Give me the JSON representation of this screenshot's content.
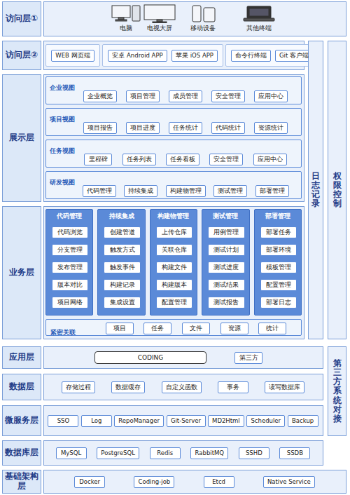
{
  "diagram": {
    "nodes": [
      {
        "text": [
          "访问层①"
        ]
      },
      {
        "text": [
          "电脑"
        ],
        "in": 0
      },
      {
        "text": [
          "电视大屏"
        ],
        "in": 0
      },
      {
        "text": [
          "移动设备"
        ],
        "in": 0
      },
      {
        "text": [
          "其他终端"
        ],
        "in": 0
      },
      {
        "text": [
          "访问层②"
        ]
      },
      {
        "text": [
          "WEB 网页端"
        ],
        "in": 5
      },
      {
        "text": [
          "安卓 Android APP"
        ],
        "in": 5
      },
      {
        "text": [
          "苹果 iOS APP"
        ],
        "in": 5
      },
      {
        "text": [
          "命令行终端"
        ],
        "in": 5
      },
      {
        "text": [
          "Git 客户端"
        ],
        "in": 5
      },
      {
        "text": [
          "展示层"
        ]
      },
      {
        "text": [
          "企业视图"
        ],
        "in": 11
      },
      {
        "text": [
          "企业概览"
        ],
        "in": 12
      },
      {
        "text": [
          "项目管理"
        ],
        "in": 12
      },
      {
        "text": [
          "成员管理"
        ],
        "in": 12
      },
      {
        "text": [
          "安全管理"
        ],
        "in": 12
      },
      {
        "text": [
          "应用中心"
        ],
        "in": 12
      },
      {
        "text": [
          "项目视图"
        ],
        "in": 11
      },
      {
        "text": [
          "项目报告"
        ],
        "in": 18
      },
      {
        "text": [
          "项目进度"
        ],
        "in": 18
      },
      {
        "text": [
          "任务统计"
        ],
        "in": 18
      },
      {
        "text": [
          "代码统计"
        ],
        "in": 18
      },
      {
        "text": [
          "资源统计"
        ],
        "in": 18
      },
      {
        "text": [
          "任务视图"
        ],
        "in": 11
      },
      {
        "text": [
          "里程碑"
        ],
        "in": 24
      },
      {
        "text": [
          "任务列表"
        ],
        "in": 24
      },
      {
        "text": [
          "任务看板"
        ],
        "in": 24
      },
      {
        "text": [
          "安全管理"
        ],
        "in": 24
      },
      {
        "text": [
          "应用中心"
        ],
        "in": 24
      },
      {
        "text": [
          "研发视图"
        ],
        "in": 11
      },
      {
        "text": [
          "代码管理"
        ],
        "in": 30
      },
      {
        "text": [
          "持续集成"
        ],
        "in": 30
      },
      {
        "text": [
          "构建物管理"
        ],
        "in": 30
      },
      {
        "text": [
          "测试管理"
        ],
        "in": 30
      },
      {
        "text": [
          "部署管理"
        ],
        "in": 30
      },
      {
        "text": [
          "业务层"
        ]
      },
      {
        "text": [
          "代码管理"
        ],
        "in": 36
      },
      {
        "text": [
          "代码浏览"
        ],
        "in": 37
      },
      {
        "text": [
          "分支管理"
        ],
        "in": 37
      },
      {
        "text": [
          "发布管理"
        ],
        "in": 37
      },
      {
        "text": [
          "版本对比"
        ],
        "in": 37
      },
      {
        "text": [
          "项目网络"
        ],
        "in": 37
      },
      {
        "text": [
          "持续集成"
        ],
        "in": 36
      },
      {
        "text": [
          "创建管道"
        ],
        "in": 43
      },
      {
        "text": [
          "触发方式"
        ],
        "in": 43
      },
      {
        "text": [
          "触发事件"
        ],
        "in": 43
      },
      {
        "text": [
          "构建记录"
        ],
        "in": 43
      },
      {
        "text": [
          "集成设置"
        ],
        "in": 43
      },
      {
        "text": [
          "构建物管理"
        ],
        "in": 36
      },
      {
        "text": [
          "上传仓库"
        ],
        "in": 49
      },
      {
        "text": [
          "关联仓库"
        ],
        "in": 49
      },
      {
        "text": [
          "构建文件"
        ],
        "in": 49
      },
      {
        "text": [
          "构建版本"
        ],
        "in": 49
      },
      {
        "text": [
          "配置管理"
        ],
        "in": 49
      },
      {
        "text": [
          "测试管理"
        ],
        "in": 36
      },
      {
        "text": [
          "用例管理"
        ],
        "in": 55
      },
      {
        "text": [
          "测试计划"
        ],
        "in": 55
      },
      {
        "text": [
          "测试进度"
        ],
        "in": 55
      },
      {
        "text": [
          "测试结果"
        ],
        "in": 55
      },
      {
        "text": [
          "测试报告"
        ],
        "in": 55
      },
      {
        "text": [
          "部署管理"
        ],
        "in": 36
      },
      {
        "text": [
          "部署任务"
        ],
        "in": 61
      },
      {
        "text": [
          "部署环境"
        ],
        "in": 61
      },
      {
        "text": [
          "模板管理"
        ],
        "in": 61
      },
      {
        "text": [
          "配置管理"
        ],
        "in": 61
      },
      {
        "text": [
          "部署日志"
        ],
        "in": 61
      },
      {
        "text": [
          "紧密关联"
        ],
        "in": 36
      },
      {
        "text": [
          "项目"
        ],
        "in": 67
      },
      {
        "text": [
          "任务"
        ],
        "in": 67
      },
      {
        "text": [
          "文件"
        ],
        "in": 67
      },
      {
        "text": [
          "资源"
        ],
        "in": 67
      },
      {
        "text": [
          "统计"
        ],
        "in": 67
      },
      {
        "text": [
          "应用层"
        ]
      },
      {
        "text": [
          "CODING"
        ],
        "in": 73
      },
      {
        "text": [
          "第三方"
        ],
        "in": 73
      },
      {
        "text": [
          "数据层"
        ]
      },
      {
        "text": [
          "存储过程"
        ],
        "in": 76
      },
      {
        "text": [
          "数据缓存"
        ],
        "in": 76
      },
      {
        "text": [
          "自定义函数"
        ],
        "in": 76
      },
      {
        "text": [
          "事务"
        ],
        "in": 76
      },
      {
        "text": [
          "读写数据库"
        ],
        "in": 76
      },
      {
        "text": [
          "微服务层"
        ]
      },
      {
        "text": [
          "SSO"
        ],
        "in": 82
      },
      {
        "text": [
          "Log"
        ],
        "in": 82
      },
      {
        "text": [
          "RepoManager"
        ],
        "in": 82
      },
      {
        "text": [
          "Git-Server"
        ],
        "in": 82
      },
      {
        "text": [
          "MD2Html"
        ],
        "in": 82
      },
      {
        "text": [
          "Scheduler"
        ],
        "in": 82
      },
      {
        "text": [
          "Backup"
        ],
        "in": 82
      },
      {
        "text": [
          "数据库层"
        ]
      },
      {
        "text": [
          "MySQL"
        ],
        "in": 90
      },
      {
        "text": [
          "PostgreSQL"
        ],
        "in": 90
      },
      {
        "text": [
          "Redis"
        ],
        "in": 90
      },
      {
        "text": [
          "RabbitMQ"
        ],
        "in": 90
      },
      {
        "text": [
          "SSHD"
        ],
        "in": 90
      },
      {
        "text": [
          "SSDB"
        ],
        "in": 90
      },
      {
        "text": [
          "基础架构层"
        ]
      },
      {
        "text": [
          "Docker"
        ],
        "in": 97
      },
      {
        "text": [
          "Coding-job"
        ],
        "in": 97
      },
      {
        "text": [
          "Etcd"
        ],
        "in": 97
      },
      {
        "text": [
          "Native Service"
        ],
        "in": 97
      },
      {
        "text": [
          "日志记录"
        ]
      },
      {
        "text": [
          "权限控制"
        ]
      },
      {
        "text": [
          "第三方系统对接"
        ]
      }
    ]
  }
}
